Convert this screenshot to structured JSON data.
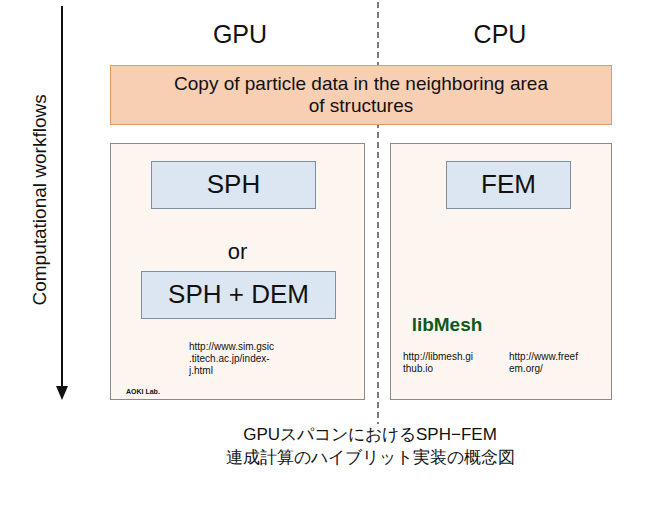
{
  "diagram": {
    "caption": "GPUスパコンにおけるSPH−FEM 連成計算のハイブリット実装の概念図",
    "nodes": [
      {
        "text": [
          "Copy of particle data in the neighboring area of structures"
        ]
      },
      {
        "text": [
          "or",
          "http://www.sim.gsic .titech.ac.jp/index- j.html"
        ]
      },
      {
        "text": [
          "SPH"
        ],
        "in": 1
      },
      {
        "text": [
          "SPH + DEM"
        ],
        "in": 1
      },
      {
        "text": [
          "http://libmesh.gi thub.io",
          "http://www.freef em.org/"
        ]
      },
      {
        "text": [
          "FEM"
        ],
        "in": 4
      }
    ],
    "labels": [
      "GPU",
      "CPU",
      "Computational workflows",
      "AOKI Lab.",
      "libMesh"
    ]
  }
}
